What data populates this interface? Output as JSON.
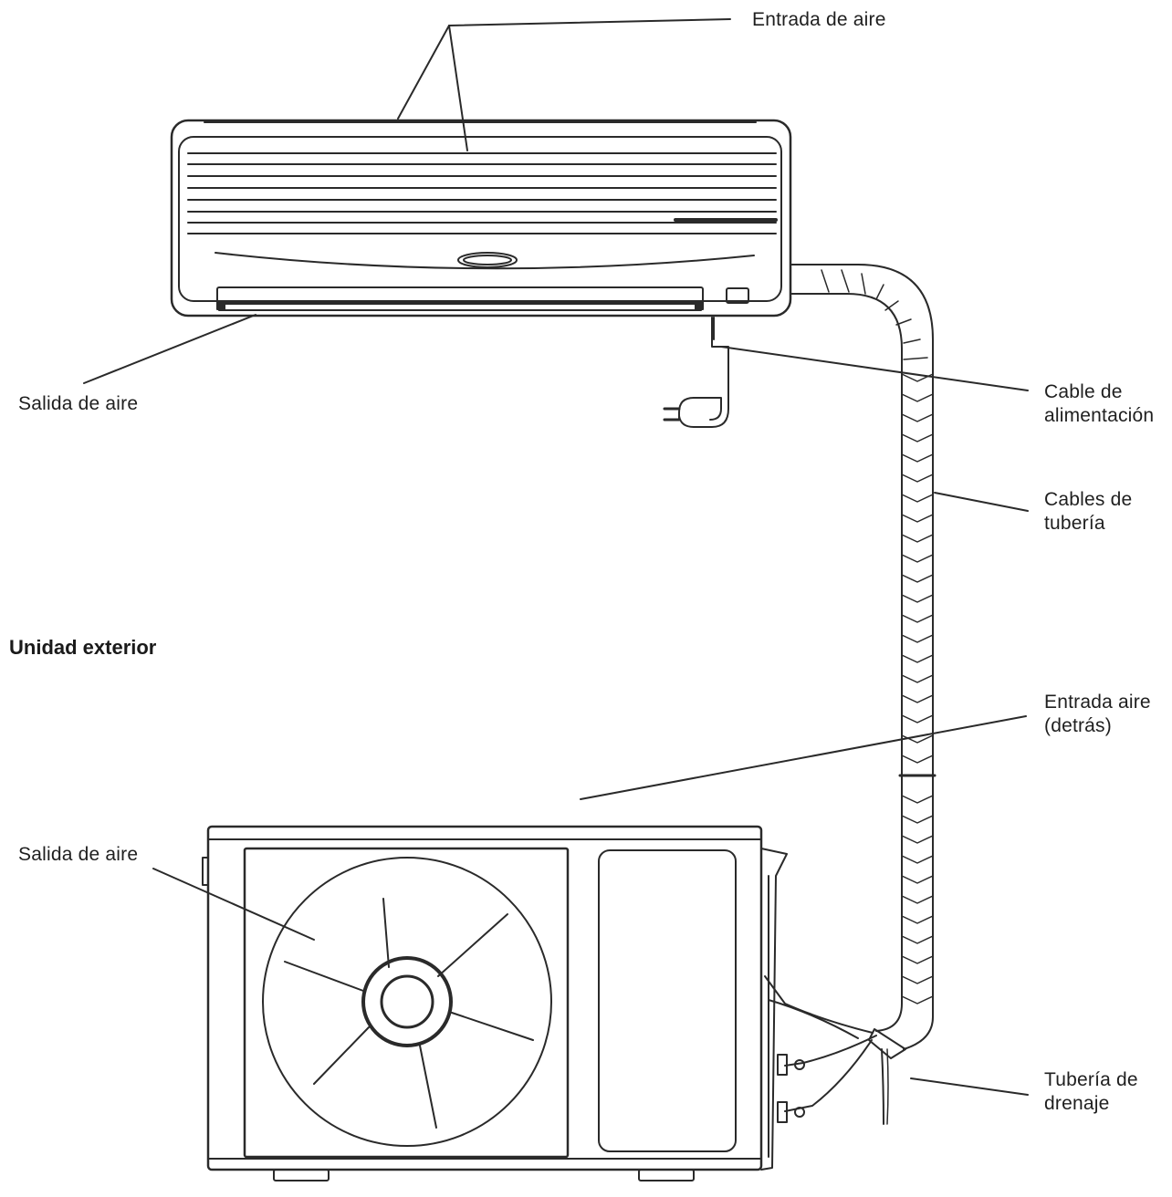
{
  "labels": {
    "entrada_aire": "Entrada de aire",
    "salida_aire_indoor": "Salida de aire",
    "cable_alimentacion_1": "Cable de",
    "cable_alimentacion_2": "alimentación",
    "cables_tuberia_1": "Cables de",
    "cables_tuberia_2": "tubería",
    "unidad_exterior": "Unidad exterior",
    "entrada_detras_1": "Entrada aire",
    "entrada_detras_2": "(detrás)",
    "salida_aire_outdoor": "Salida de aire",
    "tuberia_drenaje_1": "Tubería de",
    "tuberia_drenaje_2": "drenaje"
  },
  "colors": {
    "line": "#2a2a2a",
    "text": "#1f1f1f",
    "background": "#ffffff"
  }
}
